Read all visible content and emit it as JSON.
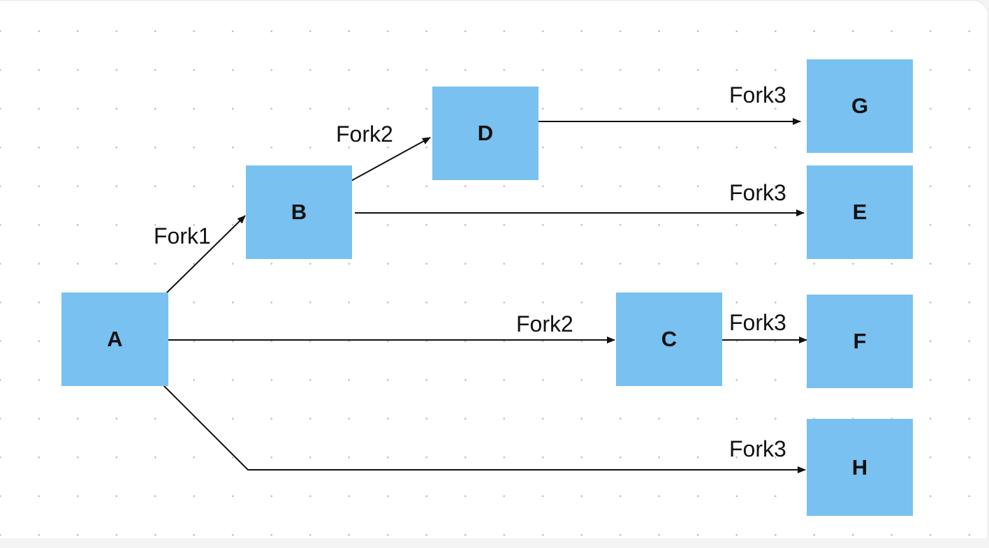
{
  "nodes": {
    "A": "A",
    "B": "B",
    "C": "C",
    "D": "D",
    "E": "E",
    "F": "F",
    "G": "G",
    "H": "H"
  },
  "edges": {
    "a_b": "Fork1",
    "b_d": "Fork2",
    "d_g": "Fork3",
    "b_e": "Fork3",
    "a_c": "Fork2",
    "c_f": "Fork3",
    "a_h": "Fork3"
  },
  "colors": {
    "node_fill": "#78c1f0",
    "edge_stroke": "#111111",
    "grid_dot": "#c4c4c8"
  }
}
